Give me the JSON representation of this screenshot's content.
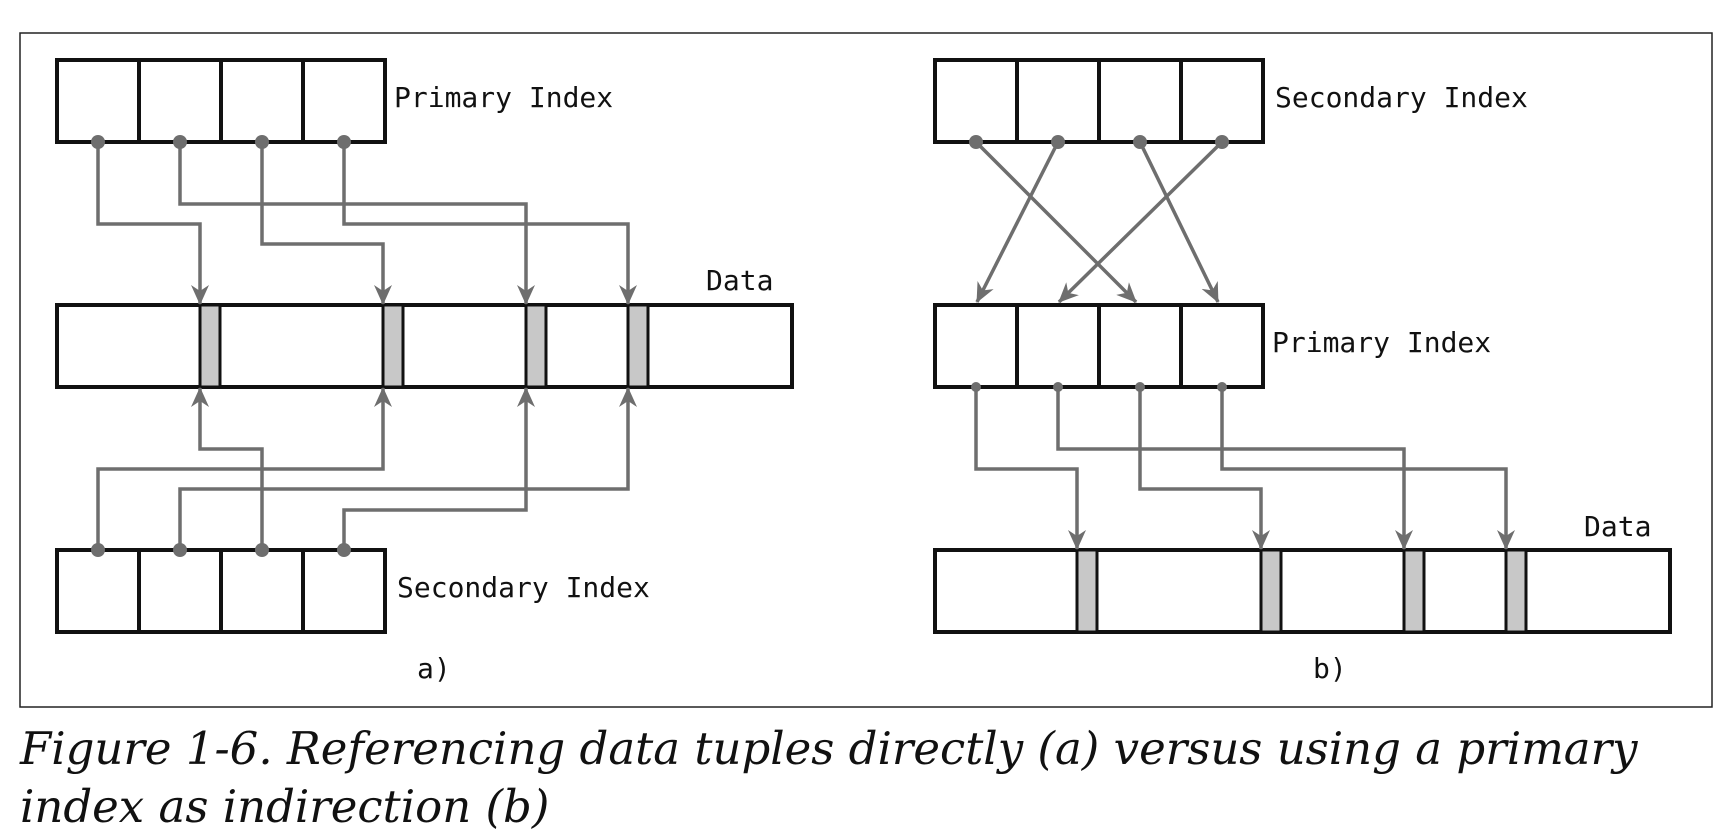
{
  "panels": {
    "a": {
      "label": "a)",
      "top_index_label": "Primary Index",
      "data_label": "Data",
      "bottom_index_label": "Secondary Index"
    },
    "b": {
      "label": "b)",
      "top_index_label": "Secondary Index",
      "middle_index_label": "Primary Index",
      "data_label": "Data"
    }
  },
  "caption": "Figure 1-6. Referencing data tuples directly (a) versus using a primary index as indirection (b)",
  "colors": {
    "connector": "#6e6e6e",
    "slot_fill": "#c8c8c8",
    "outline": "#111111"
  }
}
